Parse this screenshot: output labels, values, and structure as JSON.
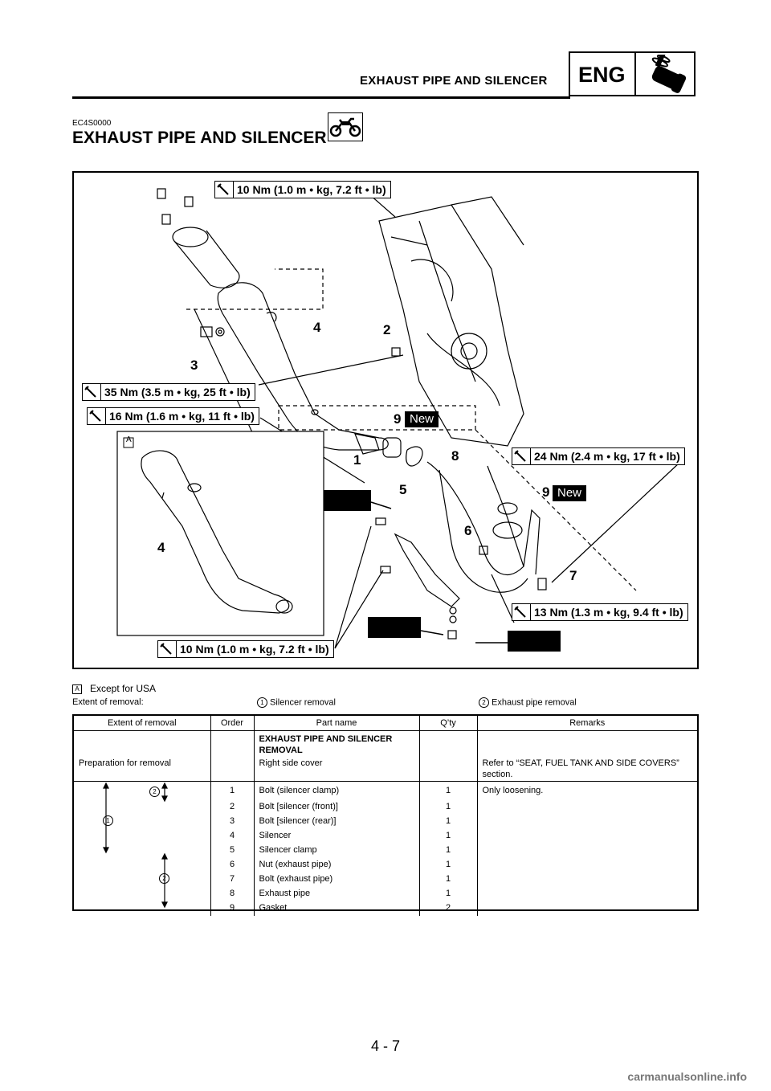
{
  "header": {
    "title": "EXHAUST PIPE AND SILENCER",
    "badge": "ENG"
  },
  "section": {
    "code": "EC4S0000",
    "title": "EXHAUST PIPE AND SILENCER"
  },
  "diagram": {
    "torques": {
      "t1": "10 Nm (1.0 m • kg, 7.2 ft • lb)",
      "t2": "35 Nm (3.5 m • kg, 25 ft • lb)",
      "t3": "16 Nm (1.6 m • kg, 11 ft • lb)",
      "t4": "24 Nm (2.4 m • kg, 17 ft • lb)",
      "t5": "13 Nm (1.3 m • kg, 9.4 ft • lb)",
      "t6": "10 Nm (1.0 m • kg, 7.2 ft • lb)"
    },
    "callouts": {
      "n1": "1",
      "n2": "2",
      "n3": "3",
      "n4": "4",
      "n4b": "4",
      "n5": "5",
      "n6": "6",
      "n7": "7",
      "n8": "8",
      "n9a": "9",
      "n9b": "9"
    },
    "new_label": "New",
    "inset_letter": "A"
  },
  "legend": {
    "note_letter": "A",
    "note": "Except for USA",
    "extent_label": "Extent of removal:",
    "item1_num": "1",
    "item1": "Silencer removal",
    "item2_num": "2",
    "item2": "Exhaust pipe removal"
  },
  "table": {
    "headers": {
      "extent": "Extent of removal",
      "order": "Order",
      "part": "Part name",
      "qty": "Q’ty",
      "remarks": "Remarks"
    },
    "title_line1": "EXHAUST PIPE AND SILENCER",
    "title_line2": "REMOVAL",
    "prep_label": "Preparation for removal",
    "prep_part": "Right side cover",
    "prep_remark_1": "Refer to “SEAT, FUEL TANK AND SIDE COVERS”",
    "prep_remark_2": "section.",
    "extent_mark_a": "2",
    "extent_mark_b": "1",
    "extent_mark_c": "2",
    "rows": [
      {
        "order": "1",
        "part": "Bolt (silencer clamp)",
        "qty": "1",
        "remarks": "Only loosening."
      },
      {
        "order": "2",
        "part": "Bolt [silencer (front)]",
        "qty": "1",
        "remarks": ""
      },
      {
        "order": "3",
        "part": "Bolt [silencer (rear)]",
        "qty": "1",
        "remarks": ""
      },
      {
        "order": "4",
        "part": "Silencer",
        "qty": "1",
        "remarks": ""
      },
      {
        "order": "5",
        "part": "Silencer clamp",
        "qty": "1",
        "remarks": ""
      },
      {
        "order": "6",
        "part": "Nut (exhaust pipe)",
        "qty": "1",
        "remarks": ""
      },
      {
        "order": "7",
        "part": "Bolt (exhaust pipe)",
        "qty": "1",
        "remarks": ""
      },
      {
        "order": "8",
        "part": "Exhaust pipe",
        "qty": "1",
        "remarks": ""
      },
      {
        "order": "9",
        "part": "Gasket",
        "qty": "2",
        "remarks": ""
      }
    ]
  },
  "page_number": "4 - 7",
  "watermark": "carmanualsonline.info"
}
